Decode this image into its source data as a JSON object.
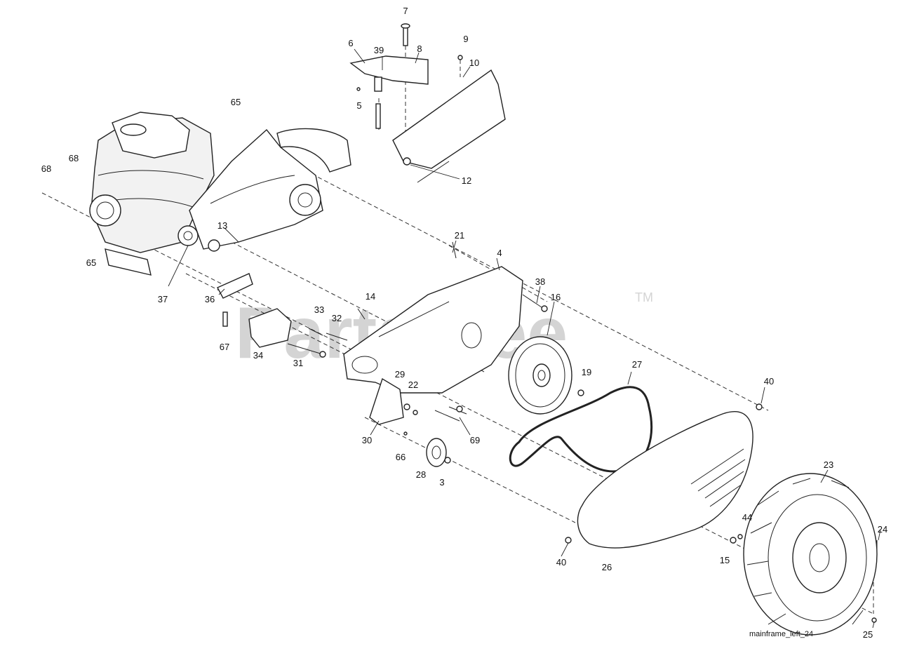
{
  "watermark": {
    "text": "PartsTree",
    "trademark": "TM"
  },
  "diagram": {
    "caption": "mainframe_left_24",
    "callouts": [
      {
        "id": "c7",
        "text": "7"
      },
      {
        "id": "c6",
        "text": "6"
      },
      {
        "id": "c39",
        "text": "39"
      },
      {
        "id": "c8",
        "text": "8"
      },
      {
        "id": "c9",
        "text": "9"
      },
      {
        "id": "c10",
        "text": "10"
      },
      {
        "id": "c5",
        "text": "5"
      },
      {
        "id": "c65a",
        "text": "65"
      },
      {
        "id": "c68a",
        "text": "68"
      },
      {
        "id": "c68b",
        "text": "68"
      },
      {
        "id": "c12",
        "text": "12"
      },
      {
        "id": "c13",
        "text": "13"
      },
      {
        "id": "c21",
        "text": "21"
      },
      {
        "id": "c65b",
        "text": "65"
      },
      {
        "id": "c4",
        "text": "4"
      },
      {
        "id": "c37",
        "text": "37"
      },
      {
        "id": "c38",
        "text": "38"
      },
      {
        "id": "c36",
        "text": "36"
      },
      {
        "id": "c14",
        "text": "14"
      },
      {
        "id": "c33",
        "text": "33"
      },
      {
        "id": "c32",
        "text": "32"
      },
      {
        "id": "c16",
        "text": "16"
      },
      {
        "id": "c67",
        "text": "67"
      },
      {
        "id": "c34",
        "text": "34"
      },
      {
        "id": "c31",
        "text": "31"
      },
      {
        "id": "c27",
        "text": "27"
      },
      {
        "id": "c19",
        "text": "19"
      },
      {
        "id": "c29",
        "text": "29"
      },
      {
        "id": "c22",
        "text": "22"
      },
      {
        "id": "c40a",
        "text": "40"
      },
      {
        "id": "c30",
        "text": "30"
      },
      {
        "id": "c69",
        "text": "69"
      },
      {
        "id": "c66",
        "text": "66"
      },
      {
        "id": "c28",
        "text": "28"
      },
      {
        "id": "c3",
        "text": "3"
      },
      {
        "id": "c23",
        "text": "23"
      },
      {
        "id": "c44",
        "text": "44"
      },
      {
        "id": "c24",
        "text": "24"
      },
      {
        "id": "c15",
        "text": "15"
      },
      {
        "id": "c40b",
        "text": "40"
      },
      {
        "id": "c26",
        "text": "26"
      },
      {
        "id": "c25",
        "text": "25"
      }
    ]
  }
}
